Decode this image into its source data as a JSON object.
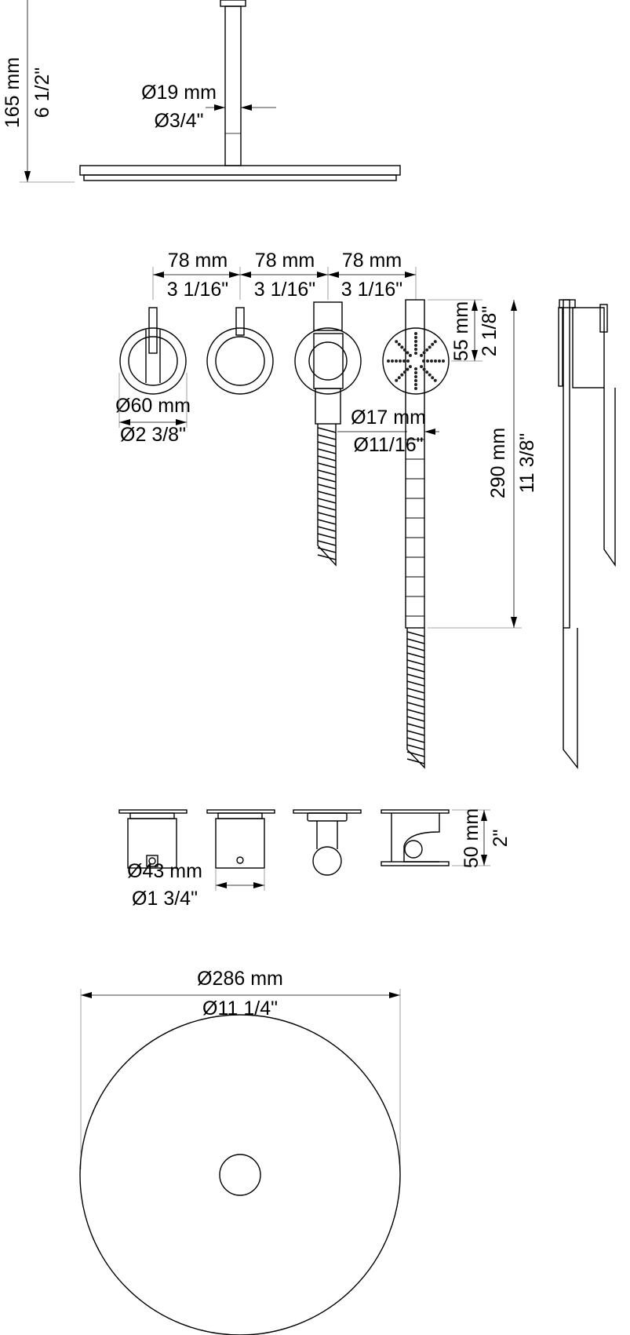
{
  "overhead_shower": {
    "height_mm": "165 mm",
    "height_in": "6 1/2\"",
    "pipe_dia_mm": "Ø19 mm",
    "pipe_dia_in": "Ø3/4\""
  },
  "front_view": {
    "spacing": [
      {
        "mm": "78 mm",
        "in": "3 1/16\""
      },
      {
        "mm": "78 mm",
        "in": "3 1/16\""
      },
      {
        "mm": "78 mm",
        "in": "3 1/16\""
      }
    ],
    "plate_dia_mm": "Ø60 mm",
    "plate_dia_in": "Ø2 3/8\"",
    "hose_dia_mm": "Ø17 mm",
    "hose_dia_in": "Ø11/16\"",
    "head_height_mm": "55 mm",
    "head_height_in": "2 1/8\"",
    "rail_length_mm": "290 mm",
    "rail_length_in": "11 3/8\""
  },
  "side_view": {
    "body_dia_mm": "Ø43 mm",
    "body_dia_in": "Ø1 3/4\"",
    "depth_mm": "50 mm",
    "depth_in": "2\""
  },
  "top_view": {
    "head_dia_mm": "Ø286 mm",
    "head_dia_in": "Ø11 1/4\""
  }
}
